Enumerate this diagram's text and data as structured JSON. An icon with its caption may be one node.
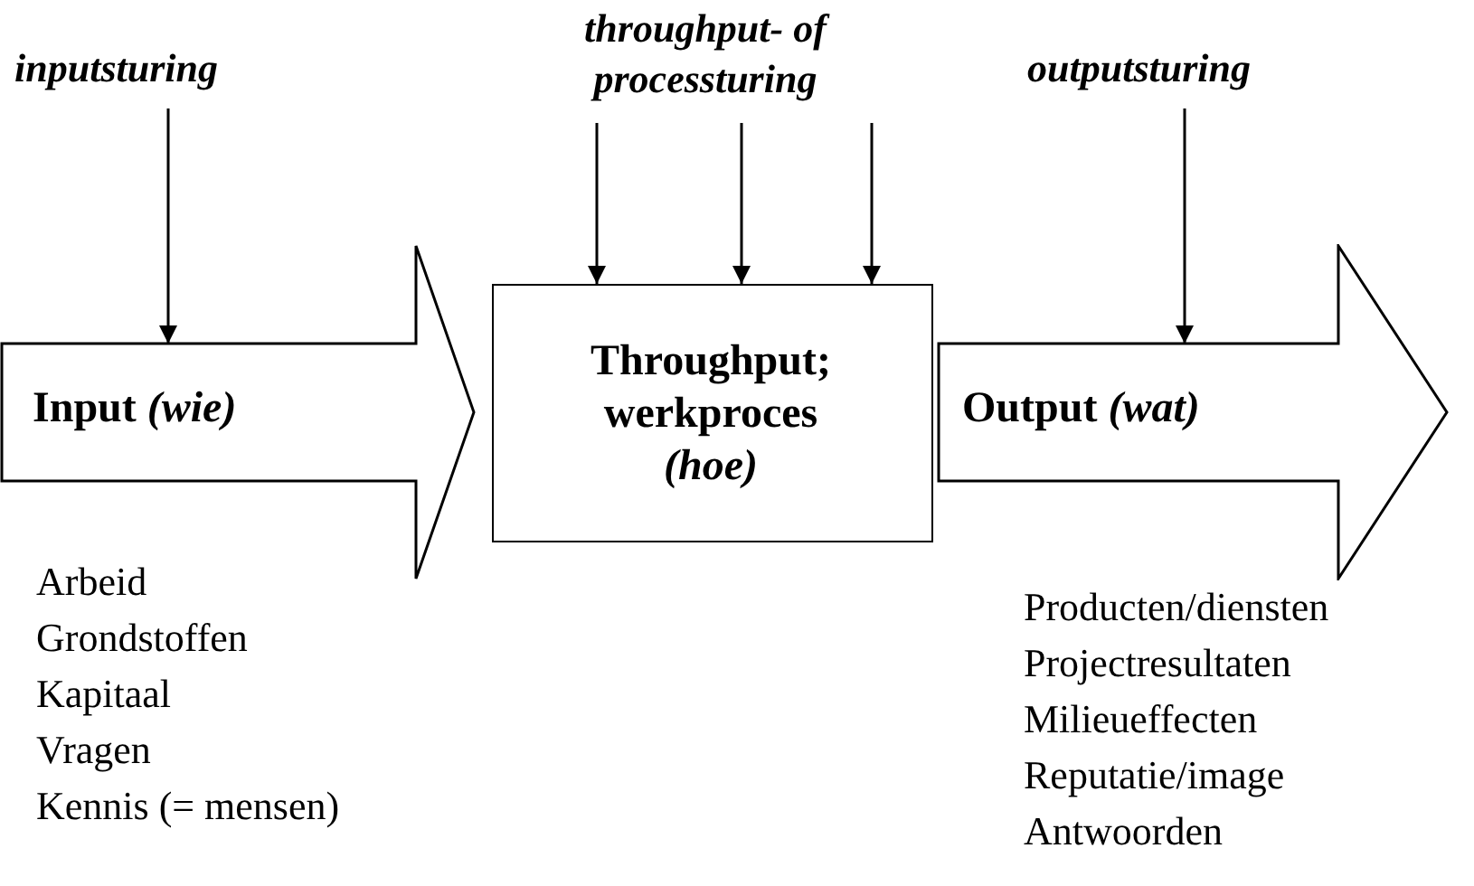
{
  "diagram": {
    "nodes": [
      {
        "text": [
          "inputsturing"
        ]
      },
      {
        "text": [
          "throughput- of processturing"
        ]
      },
      {
        "text": [
          "outputsturing"
        ]
      },
      {
        "text": [
          "Input *(wie)*"
        ]
      },
      {
        "text": [
          "Throughput; werkproces *(hoe)*"
        ]
      },
      {
        "text": [
          "Output *(wat)*"
        ]
      }
    ],
    "edges": [
      {
        "from": 0,
        "to": 3,
        "arrow": "to"
      },
      {
        "from": 1,
        "to": 4,
        "arrow": "to"
      },
      {
        "from": 1,
        "to": 4,
        "arrow": "to"
      },
      {
        "from": 1,
        "to": 4,
        "arrow": "to"
      },
      {
        "from": 2,
        "to": 5,
        "arrow": "to"
      }
    ],
    "labels": [
      "Arbeid",
      "Grondstoffen",
      "Kapitaal",
      "Vragen",
      "Kennis (= mensen)",
      "Producten/diensten",
      "Projectresultaten",
      "Milieueffecten",
      "Reputatie/image",
      "Antwoorden"
    ]
  }
}
